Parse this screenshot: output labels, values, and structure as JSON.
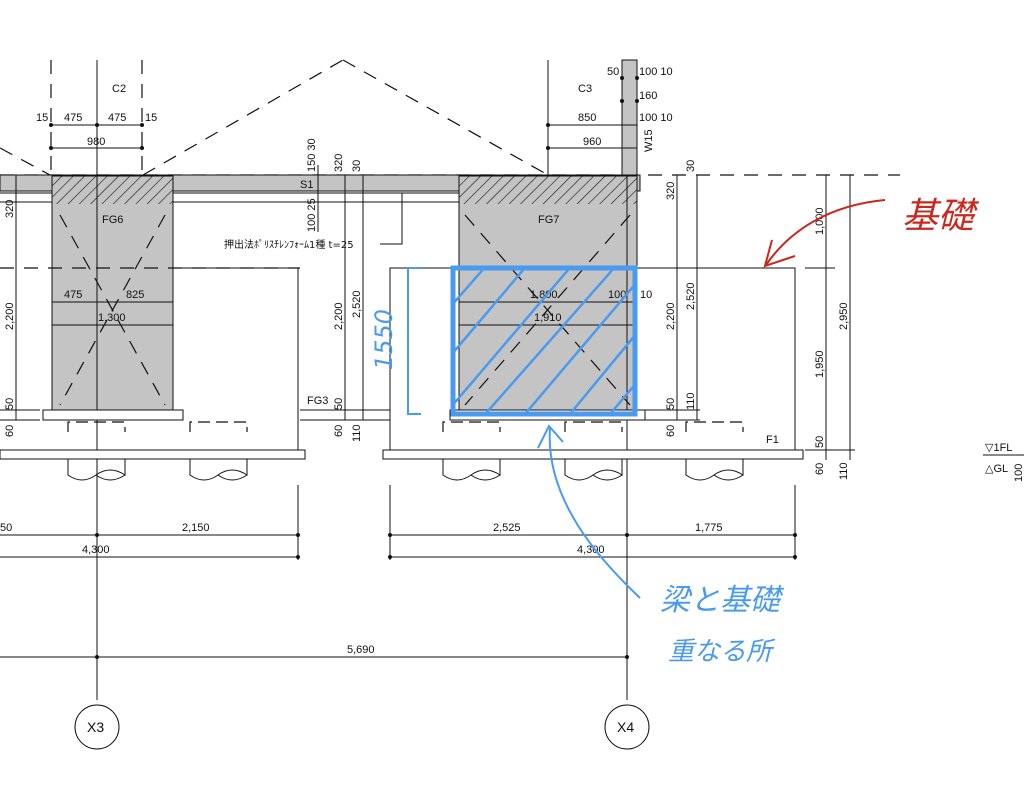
{
  "drawing": {
    "columns": {
      "c2": "C2",
      "c3": "C3"
    },
    "beams": {
      "fg6": "FG6",
      "fg7": "FG7",
      "fg3": "FG3",
      "s1": "S1",
      "f1": "F1",
      "w15": "W15"
    },
    "note": "押出法ﾎﾟﾘｽﾁﾚﾝﾌｫｰﾑ1種 t=25",
    "levels": {
      "fl": "▽1FL",
      "gl": "△GL",
      "gl_dim": "100"
    },
    "grid": {
      "x3": "X3",
      "x4": "X4"
    },
    "dims_top_left": {
      "d15a": "15",
      "d475a": "475",
      "d475b": "475",
      "d15b": "15",
      "d980": "980"
    },
    "dims_top_right": {
      "d50": "50",
      "d100_10a": "100 10",
      "d160": "160",
      "d100_10b": "100 10",
      "d850": "850",
      "d960": "960"
    },
    "dims_fg6": {
      "d475": "475",
      "d825": "825",
      "d1300": "1,300"
    },
    "dims_fg7": {
      "d1800": "1,800",
      "d100": "100",
      "d10": "10",
      "d1910": "1,910"
    },
    "dims_vertical": {
      "left_320": "320",
      "left_2200": "2,200",
      "left_50": "50",
      "left_60": "60",
      "mid_150_30": "150 30",
      "mid_320": "320",
      "mid_30": "30",
      "mid_100_25": "100 25",
      "mid_2200": "2,200",
      "mid_2520": "2,520",
      "mid_50": "50",
      "mid_60": "60",
      "mid_110": "110",
      "right_30": "30",
      "right_320": "320",
      "right_2200": "2,200",
      "right_2520": "2,520",
      "right_50": "50",
      "right_60": "60",
      "right_110": "110",
      "far_1000": "1,000",
      "far_1950": "1,950",
      "far_2950": "2,950",
      "far_50": "50",
      "far_60": "60",
      "far_110": "110"
    },
    "dims_bottom": {
      "l_150": "50",
      "l_2150": "2,150",
      "l_4300": "4,300",
      "r_2525": "2,525",
      "r_1775": "1,775",
      "r_4300": "4,300",
      "total_5690": "5,690"
    }
  },
  "annotations": {
    "blue_color": "#4a9af0",
    "red_color": "#c8281e",
    "blue_dim": "1550",
    "blue_note_line1": "梁と基礎",
    "blue_note_line2": "重なる所",
    "red_note": "基礎"
  }
}
